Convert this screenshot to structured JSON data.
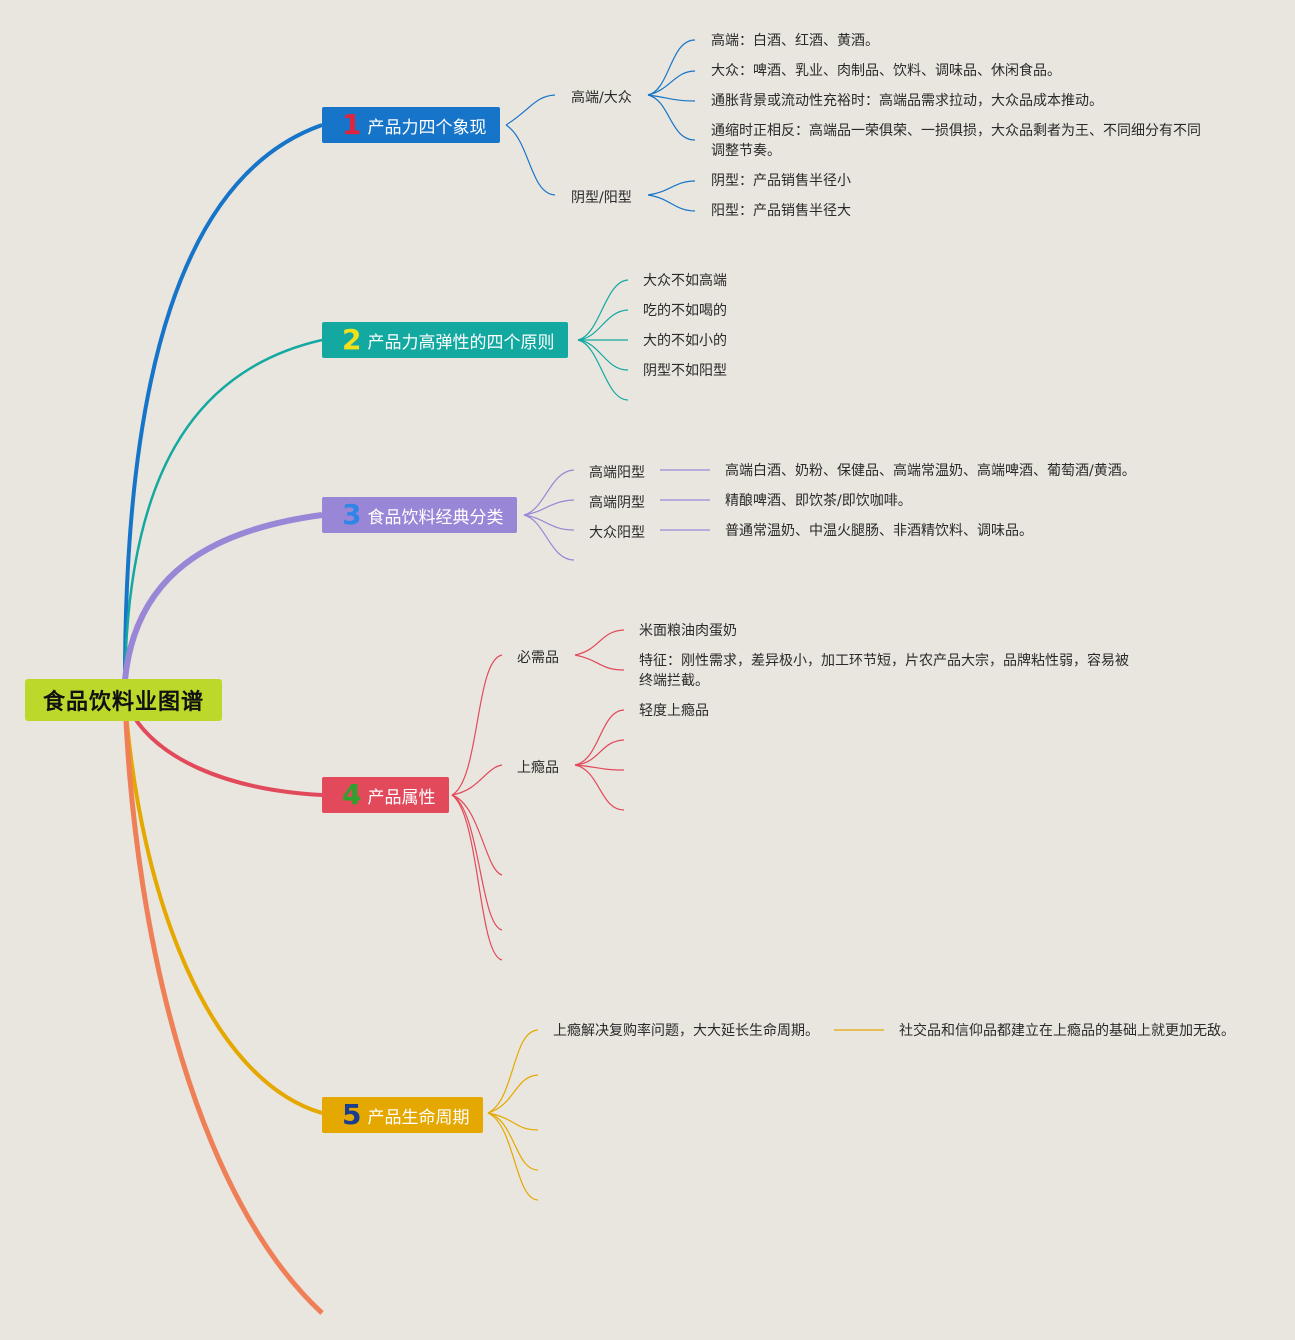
{
  "root": {
    "label": "食品饮料业图谱"
  },
  "colors": {
    "background": "#e9e6df",
    "root": "#bcd92b",
    "branch1": "#1675c9",
    "branch2": "#13a9a1",
    "branch3": "#9a86d6",
    "branch4": "#e24a5b",
    "branch5": "#e5a800",
    "branch6": "#ef7f57"
  },
  "branches": [
    {
      "num": "1",
      "num_color": "#e0243c",
      "label": "产品力四个象现",
      "subtopics": [
        {
          "label": "高端/大众",
          "items": [
            "高端：白酒、红酒、黄酒。",
            "大众：啤酒、乳业、肉制品、饮料、调味品、休闲食品。",
            "通胀背景或流动性充裕时：高端品需求拉动，大众品成本推动。",
            "通缩时正相反：高端品一荣俱荣、一损俱损，大众品剩者为王、不同细分有不同调整节奏。"
          ]
        },
        {
          "label": "阴型/阳型",
          "items": [
            "阴型：产品销售半径小",
            "阳型：产品销售半径大"
          ]
        }
      ]
    },
    {
      "num": "2",
      "num_color": "#f2e11a",
      "label": "产品力高弹性的四个原则",
      "items": [
        "大众不如高端",
        "吃的不如喝的",
        "大的不如小的",
        "阴型不如阳型"
      ]
    },
    {
      "num": "3",
      "num_color": "#2f86e6",
      "label": "食品饮料经典分类",
      "subtopics": [
        {
          "label": "高端阳型",
          "detail": "高端白酒、奶粉、保健品、高端常温奶、高端啤酒、葡萄酒/黄酒。"
        },
        {
          "label": "高端阴型",
          "detail": "精酿啤酒、即饮茶/即饮咖啡。"
        },
        {
          "label": "大众阳型",
          "detail": "普通常温奶、中温火腿肠、非酒精饮料、调味品。"
        }
      ]
    },
    {
      "num": "4",
      "num_color": "#2fa12f",
      "label": "产品属性",
      "subtopics": [
        {
          "label": "必需品",
          "items": [
            "米面粮油肉蛋奶",
            "特征：刚性需求，差异极小，加工环节短，片农产品大宗，品牌粘性弱，容易被终端拦截。"
          ]
        },
        {
          "label": "上瘾品",
          "items": [
            "轻度上瘾品"
          ]
        }
      ]
    },
    {
      "num": "5",
      "num_color": "#1b3d8f",
      "label": "产品生命周期",
      "items": [
        {
          "label": "上瘾解决复购率问题，大大延长生命周期。",
          "detail": "社交品和信仰品都建立在上瘾品的基础上就更加无敌。"
        }
      ]
    }
  ]
}
